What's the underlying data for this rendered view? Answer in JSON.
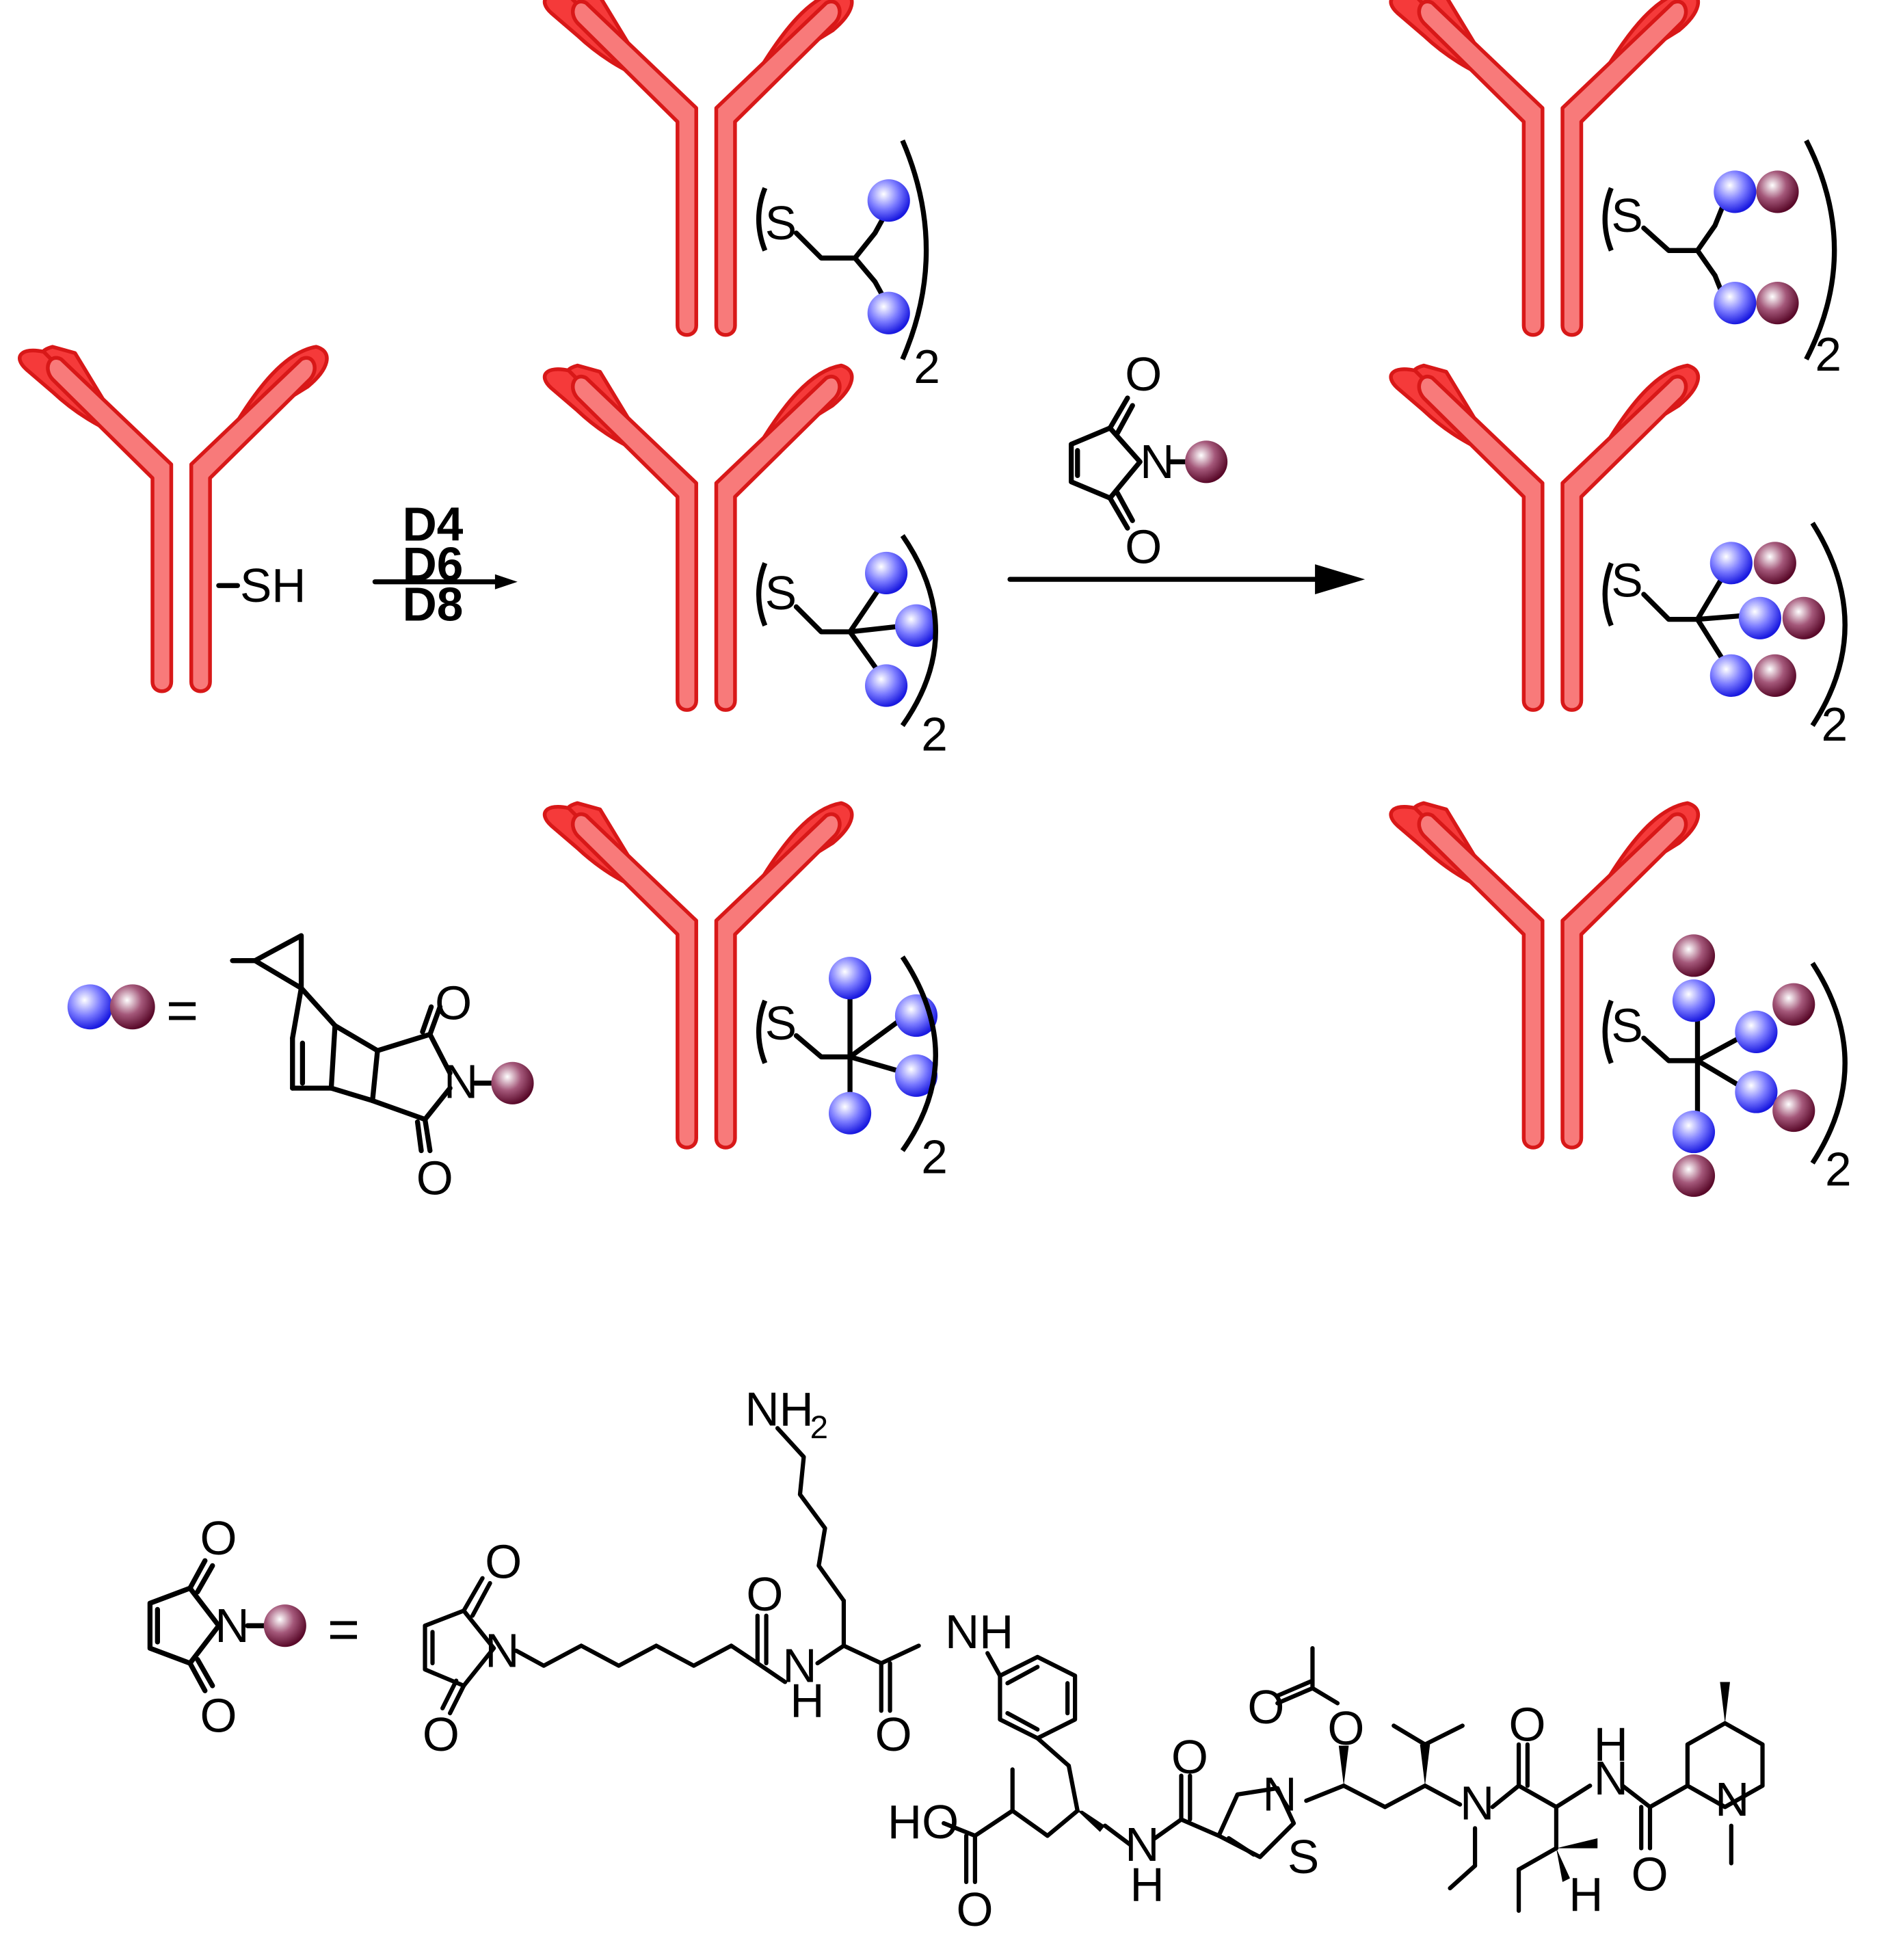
{
  "labels": {
    "sh": "SH",
    "s": "S",
    "two": "2",
    "equals": "=",
    "o": "O",
    "n": "N",
    "h": "H",
    "nh": "NH",
    "nh2_n": "NH",
    "nh2_sub": "2",
    "ho": "HO"
  },
  "reagents": [
    "D4",
    "D6",
    "D8"
  ],
  "colors": {
    "antibody": "#f87a7a",
    "antibody_light": "#f53a3a",
    "antibody_outline": "#d81818",
    "tetrazine_sphere": "#3a3aff",
    "payload_sphere": "#7a1838"
  }
}
